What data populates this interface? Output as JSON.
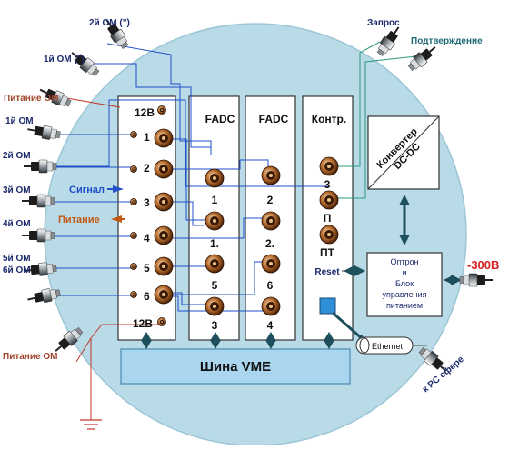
{
  "connectors_left": [
    {
      "label": "2й ОМ (\")",
      "color": "#1a2a6c"
    },
    {
      "label": "1й ОМ (\")",
      "color": "#1a2a6c"
    },
    {
      "label": "Питание ОМ",
      "color": "#a0442a"
    },
    {
      "label": "1й ОМ",
      "color": "#1a2a6c"
    },
    {
      "label": "2й ОМ",
      "color": "#1a2a6c"
    },
    {
      "label": "3й ОМ",
      "color": "#1a2a6c"
    },
    {
      "label": "4й ОМ",
      "color": "#1a2a6c"
    },
    {
      "label": "5й ОМ",
      "color": "#1a2a6c"
    },
    {
      "label": "6й ОМ",
      "color": "#1a2a6c"
    },
    {
      "label": "Питание ОМ",
      "color": "#a0442a"
    }
  ],
  "connectors_right": {
    "request": "Запрос",
    "confirm": "Подтверждение",
    "hv": "-300В",
    "pc": "к PC сфере"
  },
  "legend": {
    "signal": "Сигнал",
    "power": "Питание"
  },
  "input_panel": {
    "top_label": "12В",
    "bottom_label": "12В",
    "channels": [
      "1",
      "2",
      "3",
      "4",
      "5",
      "6"
    ]
  },
  "fadc1": {
    "title": "FADC",
    "labels": [
      "1",
      "1.",
      "5",
      "3"
    ]
  },
  "fadc2": {
    "title": "FADC",
    "labels": [
      "2",
      "2.",
      "6",
      "4"
    ]
  },
  "controller": {
    "title": "Контр.",
    "labels": [
      "3",
      "П",
      "ПТ"
    ],
    "reset": "Reset"
  },
  "converter": {
    "line1": "Конвертер",
    "line2": "DC-DC"
  },
  "optron": {
    "lines": [
      "Оптрон",
      "и",
      "Блок",
      "управления",
      "питанием"
    ]
  },
  "ethernet": "Ethernet",
  "bus": "Шина VME",
  "colors": {
    "sphere": "#b9dbe7",
    "bus": "#a9d6ee",
    "signal": "#1f4fc9",
    "power": "#c05a14",
    "green_wire": "#2e9a7e",
    "hv_label": "#d92020"
  }
}
